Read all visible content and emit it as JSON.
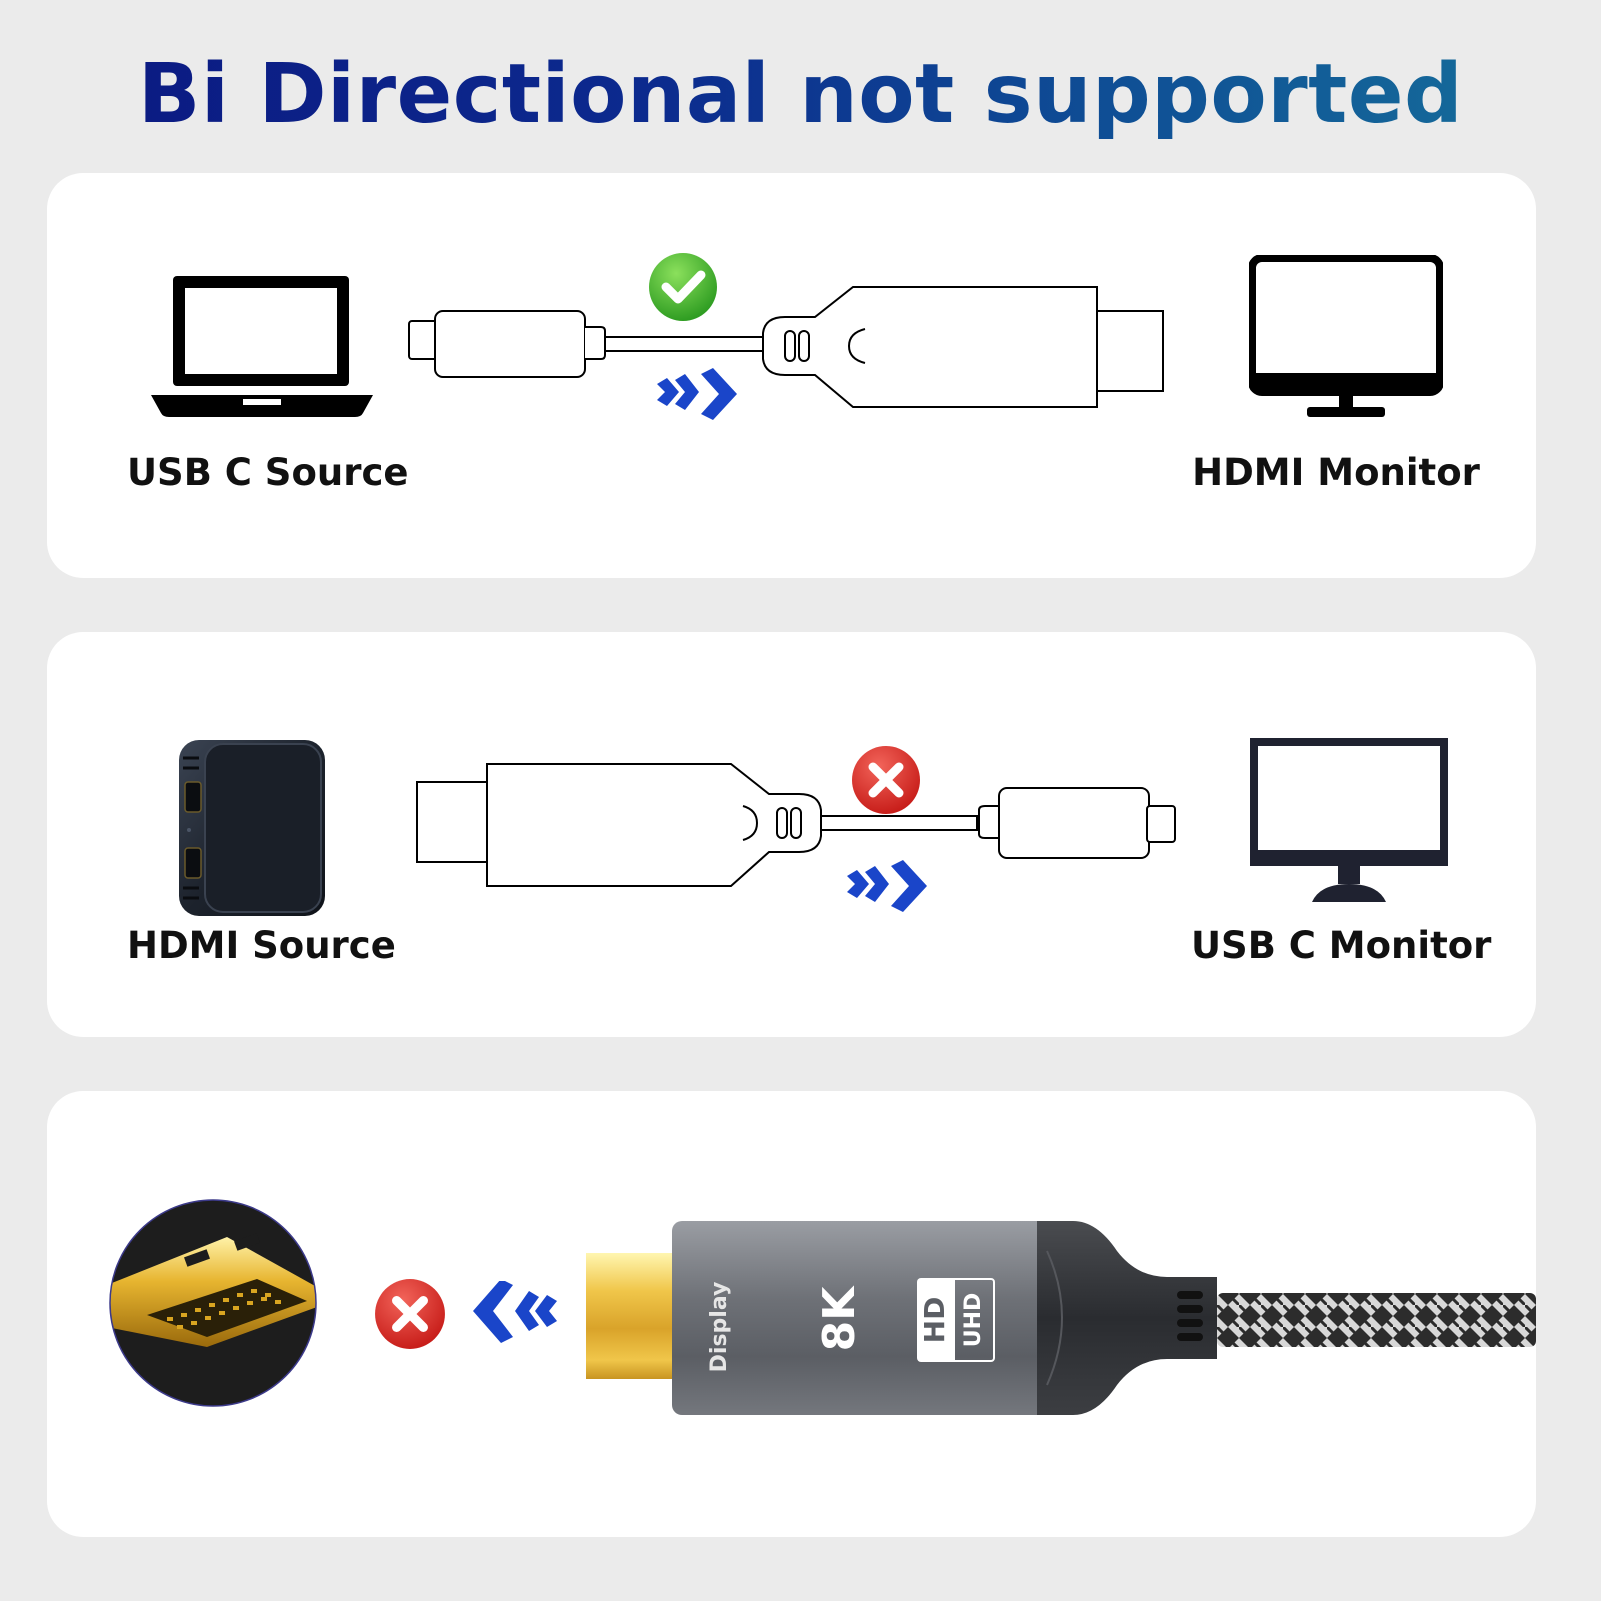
{
  "title": "Bi Directional not supported",
  "colors": {
    "title_start": "#0b1780",
    "title_end": "#17729b",
    "check_green": "#44b232",
    "cross_red": "#d62a24",
    "arrow_blue": "#1a45c9",
    "card_bg": "#ffffff",
    "page_bg": "#ebebeb"
  },
  "panels": [
    {
      "source_label": "USB C Source",
      "target_label": "HDMI Monitor",
      "status": "supported",
      "status_icon": "check-icon",
      "direction": "forward-arrow-icon"
    },
    {
      "source_label": "HDMI Source",
      "target_label": "USB C Monitor",
      "status": "not-supported",
      "status_icon": "cross-icon",
      "direction": "forward-arrow-icon"
    },
    {
      "status": "not-supported",
      "status_icon": "cross-icon",
      "direction": "backward-arrow-icon",
      "cable_markings": {
        "brand": "Display",
        "resolution": "8K",
        "badge_hd": "HD",
        "badge_uhd": "UHD"
      }
    }
  ]
}
